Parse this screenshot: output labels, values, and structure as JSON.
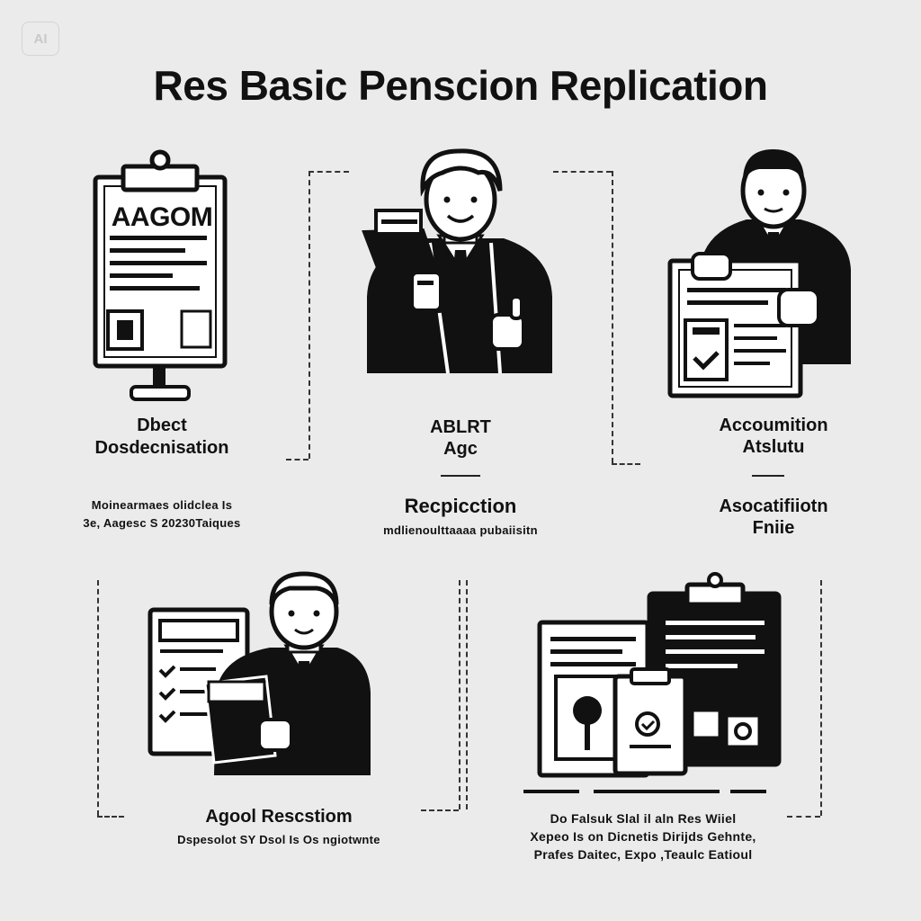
{
  "badge": "AI",
  "title": "Res Basic Penscion Replication",
  "panels": {
    "p1": {
      "heading_1": "Dbect",
      "heading_2": "Dosdecnisation",
      "note_1": "Moinearmaes olidclea Is",
      "note_2": "3e, Aagesc S 20230Taiques",
      "doc_text": "AAGOM"
    },
    "p2": {
      "heading_1": "ABLRT",
      "heading_2": "Agc",
      "subheading": "Recpicction",
      "note_1": "mdlienoulttaaaa pubaiisitn"
    },
    "p3": {
      "heading_1": "Accoumition",
      "heading_2": "Atslutu",
      "subheading_1": "Asocatifiiotn",
      "subheading_2": "Fniie"
    },
    "p4": {
      "heading": "Agool Rescstiom",
      "note_1": "Dspesolot SY Dsol Is Os ngiotwnte"
    },
    "p5": {
      "note_1": "Do Falsuk Slal il aln Res Wiiel",
      "note_2": "Xepeo Is on Dicnetis Dirijds Gehnte,",
      "note_3": "Prafes Daitec, Expo ,Teaulc Eatioul"
    }
  },
  "colors": {
    "background": "#ebebeb",
    "ink": "#111111",
    "paper": "#ffffff",
    "badge": "#c9c9c9"
  }
}
